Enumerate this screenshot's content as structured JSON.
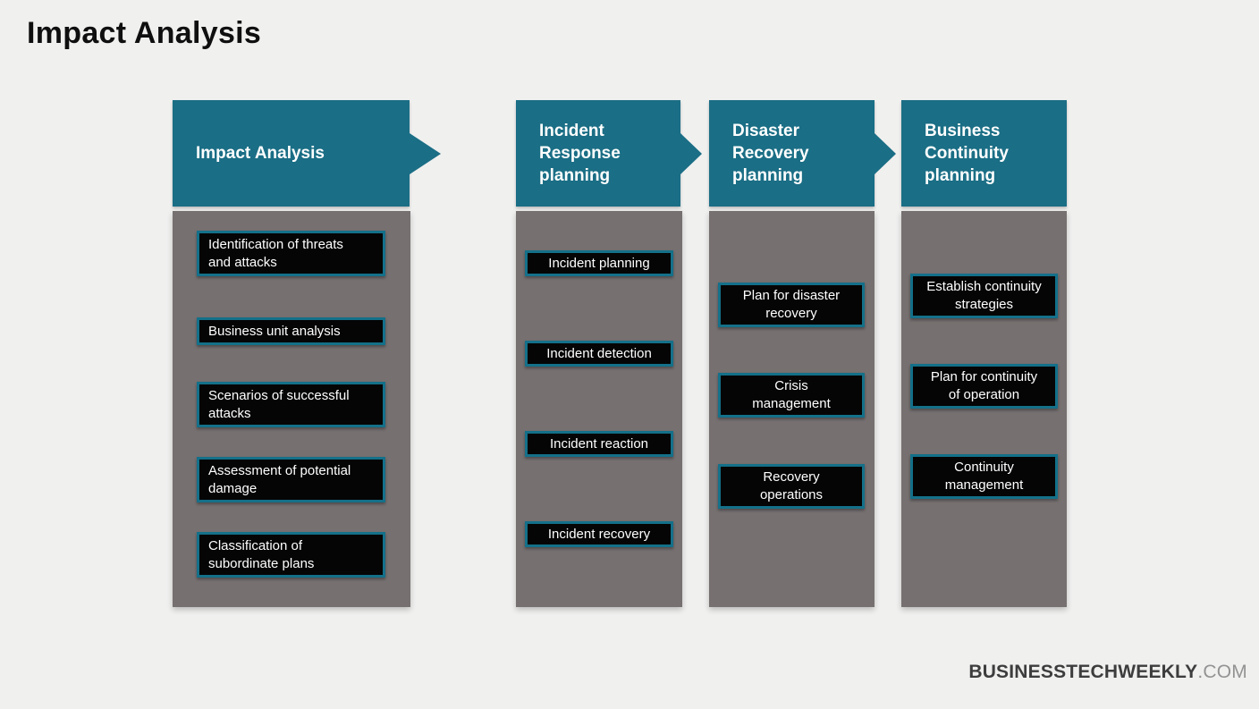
{
  "page": {
    "title": "Impact Analysis"
  },
  "colors": {
    "header_teal": "#1a6e85",
    "item_border_teal": "#147089",
    "item_bg": "#050505",
    "column_gray": "#767071",
    "page_bg": "#f0f0ef"
  },
  "columns": [
    {
      "header": "Impact Analysis",
      "has_arrow": true,
      "items": [
        "Identification of threats\nand attacks",
        "Business unit analysis",
        "Scenarios of successful\nattacks",
        "Assessment of potential\ndamage",
        "Classification of\nsubordinate plans"
      ]
    },
    {
      "header": "Incident\nResponse\nplanning",
      "has_arrow": true,
      "items": [
        "Incident planning",
        "Incident detection",
        "Incident reaction",
        "Incident recovery"
      ]
    },
    {
      "header": "Disaster\nRecovery\nplanning",
      "has_arrow": true,
      "items": [
        "Plan for disaster\nrecovery",
        "Crisis\nmanagement",
        "Recovery\noperations"
      ]
    },
    {
      "header": "Business\nContinuity\nplanning",
      "has_arrow": false,
      "items": [
        "Establish continuity\nstrategies",
        "Plan for continuity\nof operation",
        "Continuity\nmanagement"
      ]
    }
  ],
  "brand": {
    "name": "BUSINESSTECHWEEKLY",
    "suffix": ".COM"
  }
}
